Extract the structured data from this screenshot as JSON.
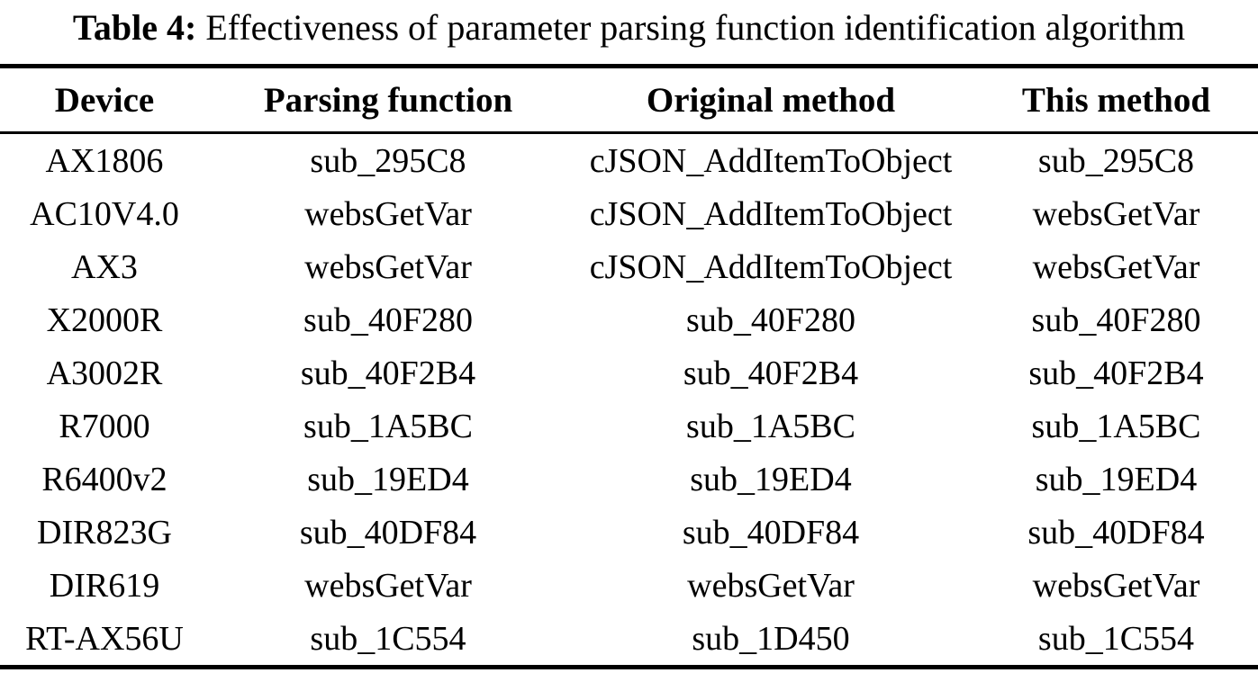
{
  "caption": {
    "label": "Table 4:",
    "text": "Effectiveness of parameter parsing function identification algorithm"
  },
  "table": {
    "columns": [
      "Device",
      "Parsing function",
      "Original method",
      "This method"
    ],
    "rows": [
      {
        "device": "AX1806",
        "parsing_function": "sub_295C8",
        "original_method": "cJSON_AddItemToObject",
        "this_method": "sub_295C8"
      },
      {
        "device": "AC10V4.0",
        "parsing_function": "websGetVar",
        "original_method": "cJSON_AddItemToObject",
        "this_method": "websGetVar"
      },
      {
        "device": "AX3",
        "parsing_function": "websGetVar",
        "original_method": "cJSON_AddItemToObject",
        "this_method": "websGetVar"
      },
      {
        "device": "X2000R",
        "parsing_function": "sub_40F280",
        "original_method": "sub_40F280",
        "this_method": "sub_40F280"
      },
      {
        "device": "A3002R",
        "parsing_function": "sub_40F2B4",
        "original_method": "sub_40F2B4",
        "this_method": "sub_40F2B4"
      },
      {
        "device": "R7000",
        "parsing_function": "sub_1A5BC",
        "original_method": "sub_1A5BC",
        "this_method": "sub_1A5BC"
      },
      {
        "device": "R6400v2",
        "parsing_function": "sub_19ED4",
        "original_method": "sub_19ED4",
        "this_method": "sub_19ED4"
      },
      {
        "device": "DIR823G",
        "parsing_function": "sub_40DF84",
        "original_method": "sub_40DF84",
        "this_method": "sub_40DF84"
      },
      {
        "device": "DIR619",
        "parsing_function": "websGetVar",
        "original_method": "websGetVar",
        "this_method": "websGetVar"
      },
      {
        "device": "RT-AX56U",
        "parsing_function": "sub_1C554",
        "original_method": "sub_1D450",
        "this_method": "sub_1C554"
      }
    ]
  },
  "colors": {
    "text": "#000000",
    "background": "#ffffff",
    "rule": "#000000"
  }
}
